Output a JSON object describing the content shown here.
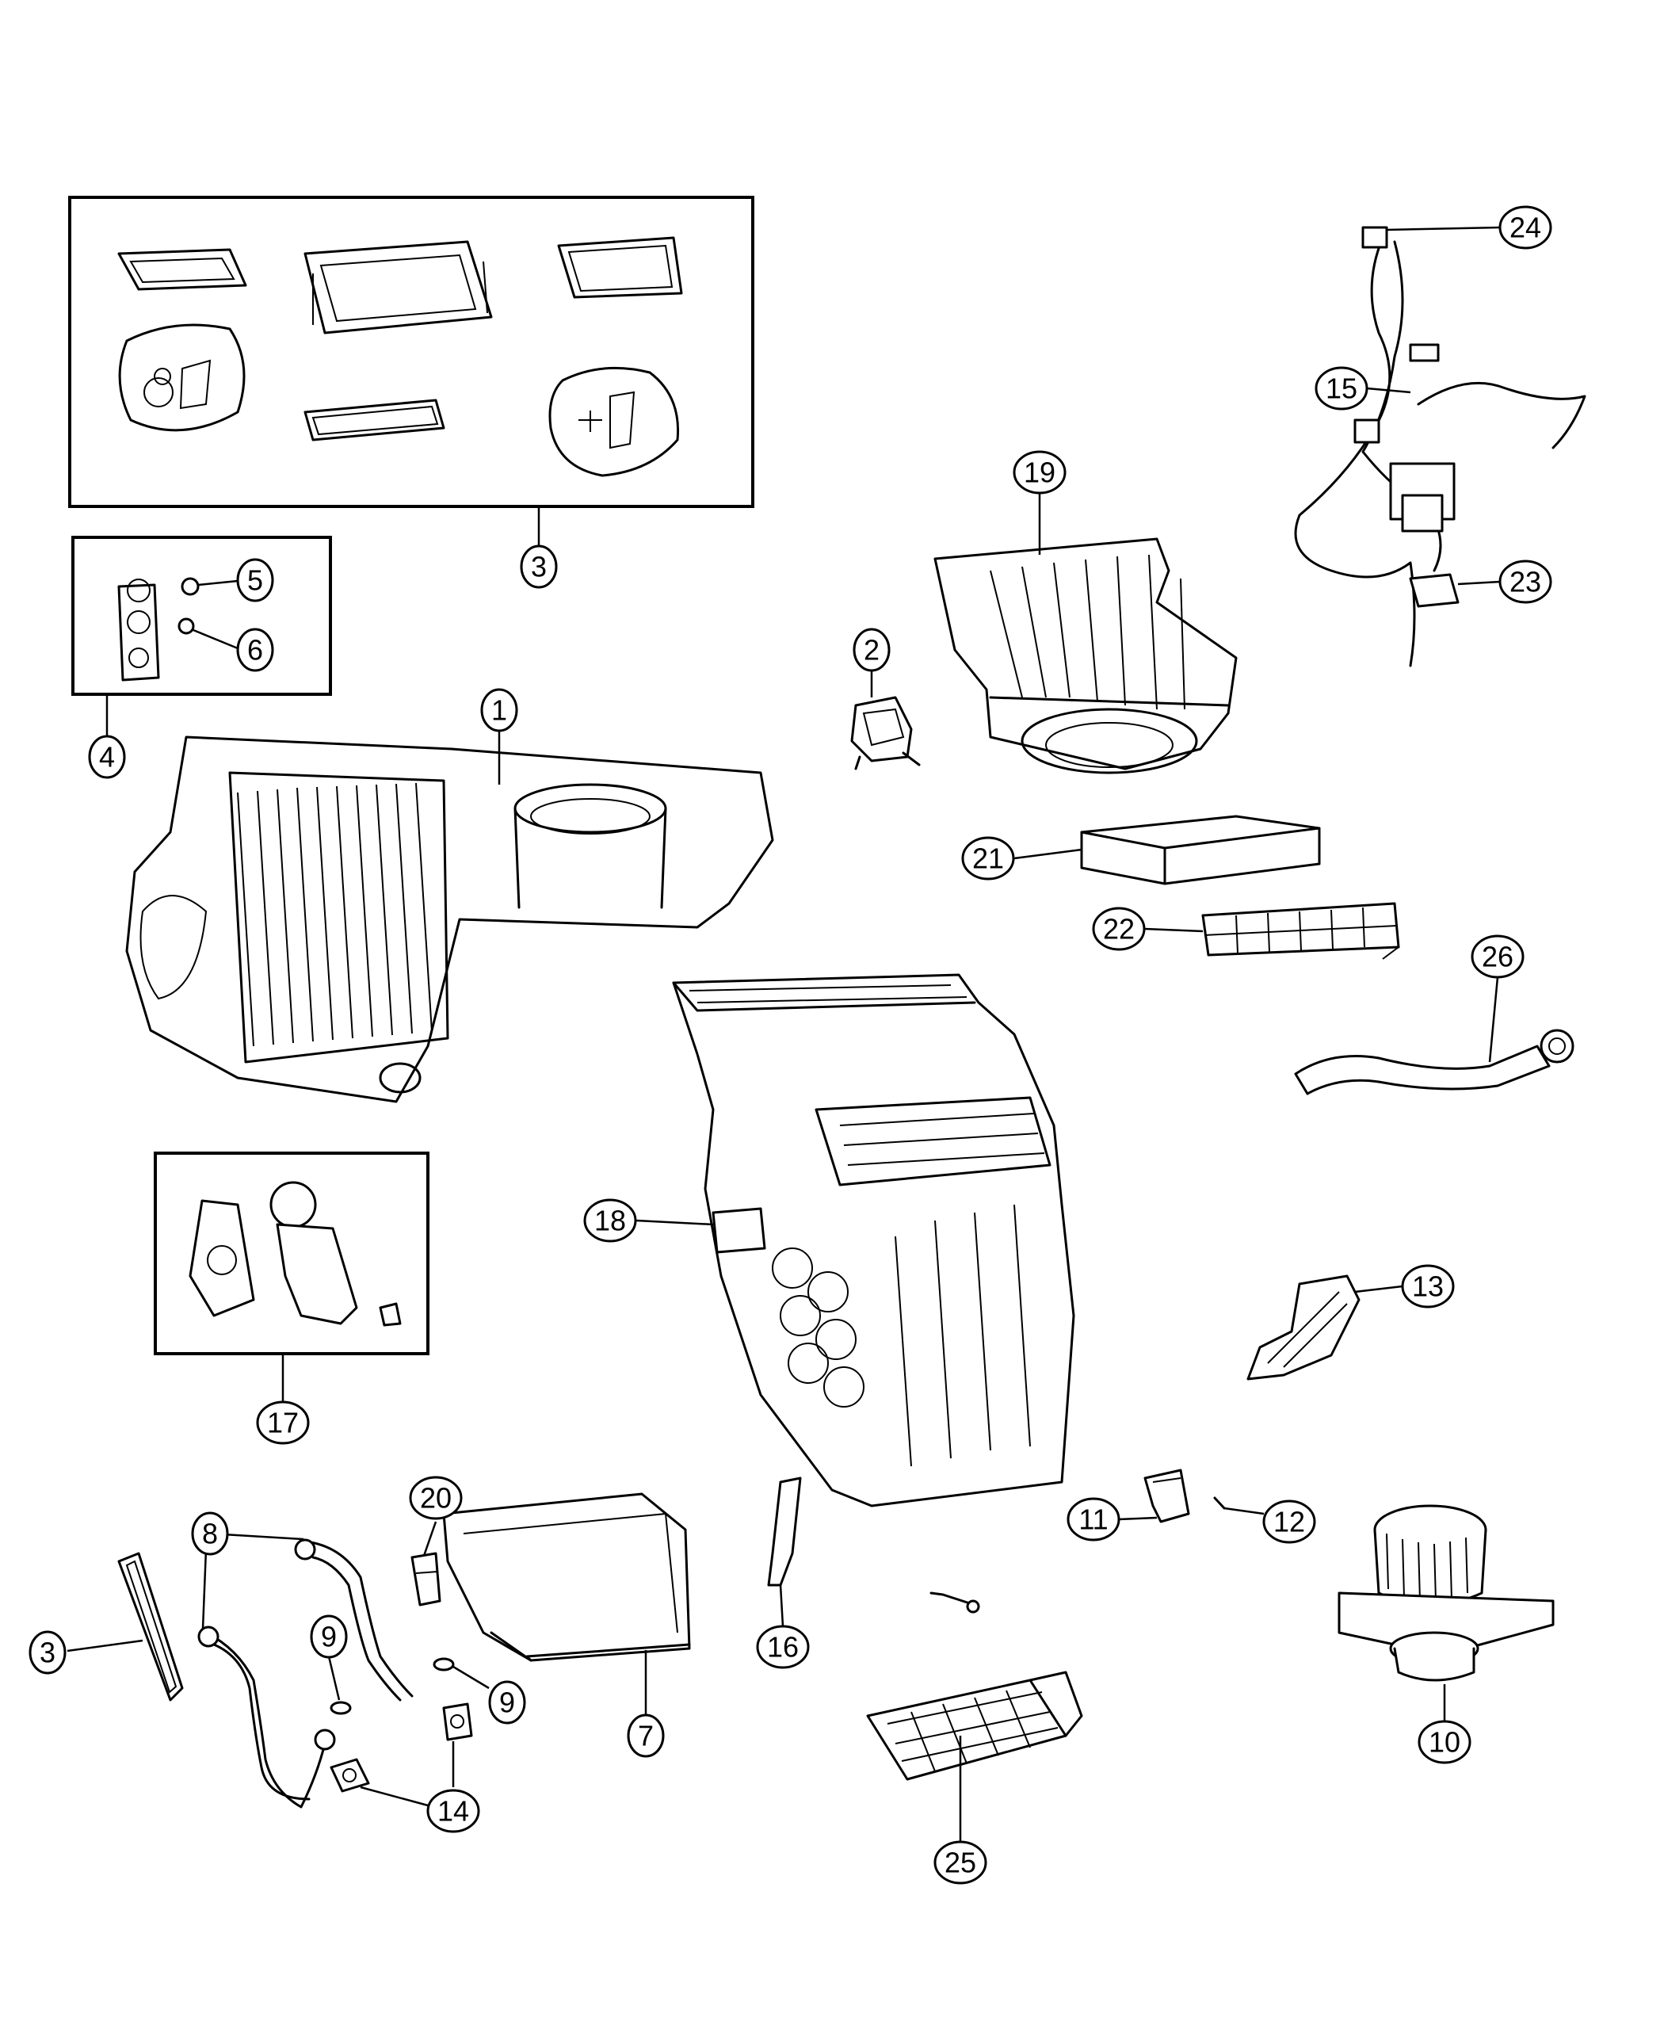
{
  "callouts": {
    "c1": "1",
    "c2": "2",
    "c3a": "3",
    "c3b": "3",
    "c4": "4",
    "c5": "5",
    "c6": "6",
    "c7": "7",
    "c8": "8",
    "c9a": "9",
    "c9b": "9",
    "c10": "10",
    "c11": "11",
    "c12": "12",
    "c13": "13",
    "c14": "14",
    "c15": "15",
    "c16": "16",
    "c17": "17",
    "c18": "18",
    "c19": "19",
    "c20": "20",
    "c21": "21",
    "c22": "22",
    "c23": "23",
    "c24": "24",
    "c25": "25",
    "c26": "26"
  }
}
